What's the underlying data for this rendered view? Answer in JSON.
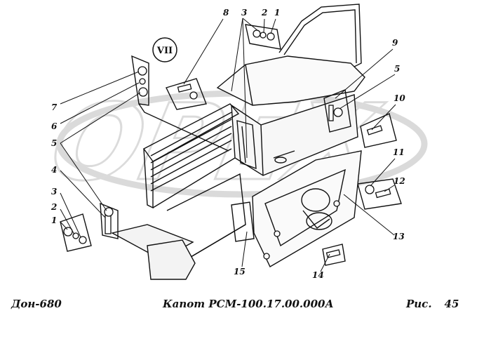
{
  "diagram": {
    "view_label": "VII",
    "callouts": [
      "1",
      "2",
      "3",
      "4",
      "5",
      "6",
      "7",
      "8",
      "9",
      "10",
      "11",
      "12",
      "13",
      "14",
      "15"
    ],
    "watermark": "OPEX",
    "colors": {
      "ink": "#111111",
      "watermark": "#d4d4d4",
      "paper": "#ffffff"
    }
  },
  "footer": {
    "model": "Дон-680",
    "title": "Капот РСМ-100.17.00.000А",
    "fig_label": "Рис.",
    "fig_number": "45"
  }
}
